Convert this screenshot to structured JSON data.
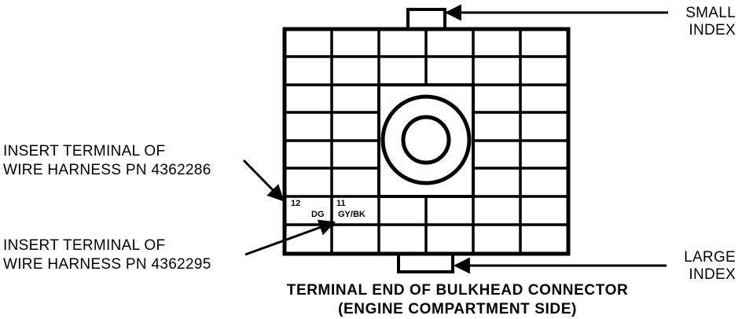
{
  "labels": {
    "small_index_1": "SMALL",
    "small_index_2": "INDEX",
    "large_index_1": "LARGE",
    "large_index_2": "INDEX",
    "insert_a_1": "INSERT TERMINAL OF",
    "insert_a_2": "WIRE HARNESS PN 4362286",
    "insert_b_1": "INSERT TERMINAL OF",
    "insert_b_2": "WIRE HARNESS PN 4362295"
  },
  "terminals": {
    "t12_num": "12",
    "t12_color": "DG",
    "t11_num": "11",
    "t11_color": "GY/BK"
  },
  "caption": {
    "line1": "TERMINAL END OF BULKHEAD CONNECTOR",
    "line2": "(ENGINE COMPARTMENT SIDE)"
  }
}
